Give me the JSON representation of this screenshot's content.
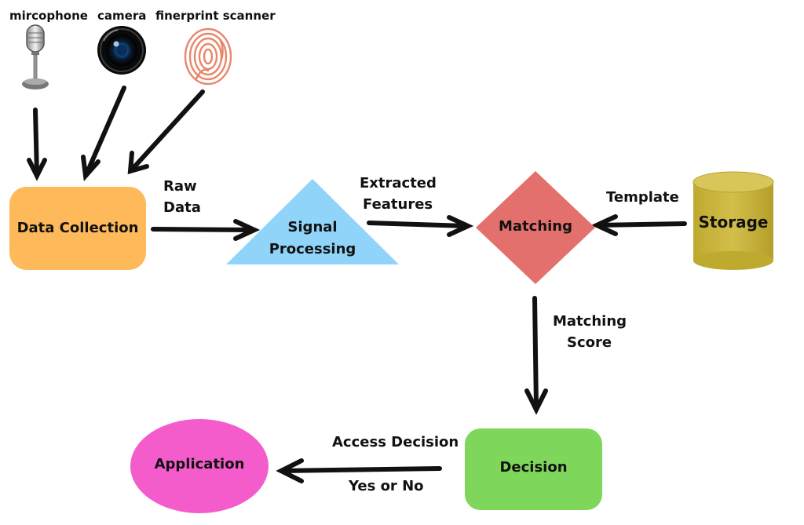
{
  "inputs": {
    "microphone_label": "mircophone",
    "camera_label": "camera",
    "fingerprint_label": "finerprint scanner"
  },
  "nodes": {
    "data_collection": "Data Collection",
    "signal_processing_line1": "Signal",
    "signal_processing_line2": "Processing",
    "matching": "Matching",
    "storage": "Storage",
    "decision": "Decision",
    "application": "Application"
  },
  "edges": {
    "raw_data_line1": "Raw",
    "raw_data_line2": "Data",
    "extracted_line1": "Extracted",
    "extracted_line2": "Features",
    "template": "Template",
    "matching_score_line1": "Matching",
    "matching_score_line2": "Score",
    "access_decision": "Access Decision",
    "yes_or_no": "Yes or No"
  },
  "colors": {
    "data_collection": "#FDB95A",
    "signal_processing": "#91D4FA",
    "matching": "#E4706E",
    "storage": "#CDB840",
    "decision": "#7ED65A",
    "application": "#F45CCB",
    "arrow": "#111111"
  }
}
